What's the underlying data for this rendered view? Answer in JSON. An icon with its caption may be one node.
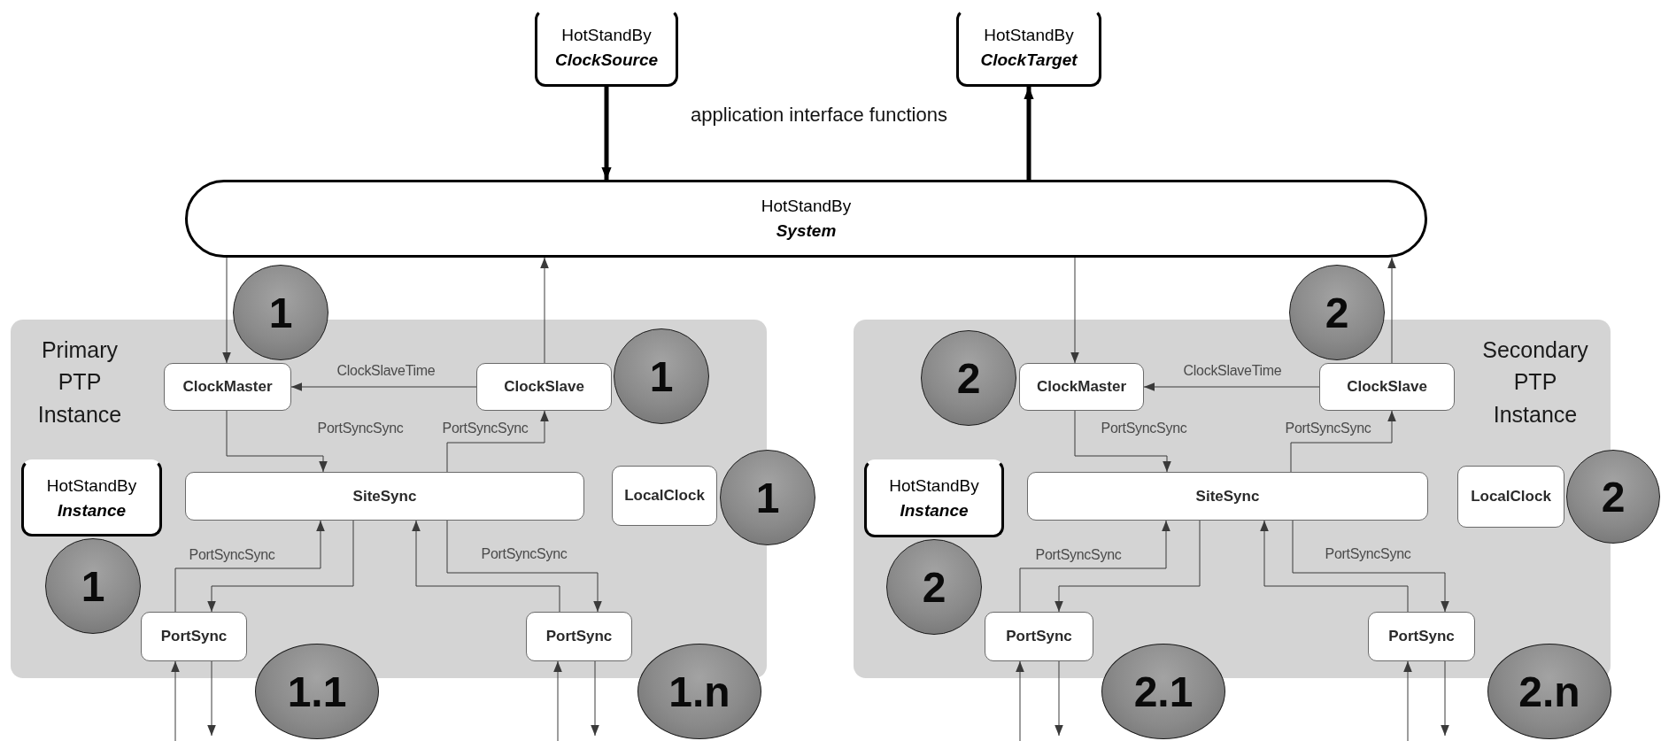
{
  "diagram": {
    "nodes": [
      {
        "text": [
          "HotStandBy",
          "ClockSource"
        ]
      },
      {
        "text": [
          "HotStandBy",
          "ClockTarget"
        ]
      },
      {
        "text": [
          "HotStandBy",
          "System"
        ]
      },
      {
        "text": [
          "Primary PTP Instance"
        ]
      },
      {
        "text": [
          "ClockMaster"
        ],
        "in": 3
      },
      {
        "text": [
          "ClockSlave"
        ],
        "in": 3
      },
      {
        "text": [
          "SiteSync"
        ],
        "in": 3
      },
      {
        "text": [
          "LocalClock"
        ],
        "in": 3
      },
      {
        "text": [
          "HotStandBy",
          "Instance"
        ],
        "in": 3
      },
      {
        "text": [
          "PortSync"
        ],
        "in": 3
      },
      {
        "text": [
          "PortSync"
        ],
        "in": 3
      },
      {
        "text": [
          "1"
        ]
      },
      {
        "text": [
          "1"
        ],
        "in": 3
      },
      {
        "text": [
          "1"
        ]
      },
      {
        "text": [
          "1"
        ],
        "in": 3
      },
      {
        "text": [
          "1.1"
        ]
      },
      {
        "text": [
          "1.n"
        ]
      },
      {
        "text": [
          "Secondary PTP Instance"
        ]
      },
      {
        "text": [
          "ClockMaster"
        ],
        "in": 17
      },
      {
        "text": [
          "ClockSlave"
        ],
        "in": 17
      },
      {
        "text": [
          "SiteSync"
        ],
        "in": 17
      },
      {
        "text": [
          "LocalClock"
        ],
        "in": 17
      },
      {
        "text": [
          "HotStandBy",
          "Instance"
        ],
        "in": 17
      },
      {
        "text": [
          "PortSync"
        ],
        "in": 17
      },
      {
        "text": [
          "PortSync"
        ],
        "in": 17
      },
      {
        "text": [
          "2"
        ],
        "in": 17
      },
      {
        "text": [
          "2"
        ]
      },
      {
        "text": [
          "2"
        ]
      },
      {
        "text": [
          "2"
        ],
        "in": 17
      },
      {
        "text": [
          "2.1"
        ]
      },
      {
        "text": [
          "2.n"
        ]
      }
    ],
    "edges": [
      {
        "from": 0,
        "to": 2,
        "arrow": "to",
        "style": "thick"
      },
      {
        "from": 2,
        "to": 1,
        "arrow": "to",
        "style": "thick"
      },
      {
        "from": 2,
        "to": 4,
        "arrow": "to"
      },
      {
        "from": 5,
        "to": 2,
        "arrow": "to"
      },
      {
        "from": 5,
        "to": 4,
        "arrow": "to",
        "label": "ClockSlaveTime"
      },
      {
        "from": 4,
        "to": 6,
        "arrow": "to",
        "label": "PortSyncSync"
      },
      {
        "from": 6,
        "to": 5,
        "arrow": "to",
        "label": "PortSyncSync"
      },
      {
        "from": 9,
        "to": 6,
        "arrow": "to",
        "label": "PortSyncSync"
      },
      {
        "from": 6,
        "to": 9,
        "arrow": "to"
      },
      {
        "from": 6,
        "to": 10,
        "arrow": "to",
        "label": "PortSyncSync"
      },
      {
        "from": 10,
        "to": 6,
        "arrow": "to"
      },
      {
        "from": null,
        "to": 9,
        "arrow": "to"
      },
      {
        "from": 9,
        "to": null,
        "arrow": "to"
      },
      {
        "from": null,
        "to": 10,
        "arrow": "to"
      },
      {
        "from": 10,
        "to": null,
        "arrow": "to"
      },
      {
        "from": 2,
        "to": 18,
        "arrow": "to"
      },
      {
        "from": 19,
        "to": 2,
        "arrow": "to"
      },
      {
        "from": 19,
        "to": 18,
        "arrow": "to",
        "label": "ClockSlaveTime"
      },
      {
        "from": 18,
        "to": 20,
        "arrow": "to",
        "label": "PortSyncSync"
      },
      {
        "from": 20,
        "to": 19,
        "arrow": "to",
        "label": "PortSyncSync"
      },
      {
        "from": 23,
        "to": 20,
        "arrow": "to",
        "label": "PortSyncSync"
      },
      {
        "from": 20,
        "to": 23,
        "arrow": "to"
      },
      {
        "from": 20,
        "to": 24,
        "arrow": "to",
        "label": "PortSyncSync"
      },
      {
        "from": 24,
        "to": 20,
        "arrow": "to"
      },
      {
        "from": null,
        "to": 23,
        "arrow": "to"
      },
      {
        "from": 23,
        "to": null,
        "arrow": "to"
      },
      {
        "from": null,
        "to": 24,
        "arrow": "to"
      },
      {
        "from": 24,
        "to": null,
        "arrow": "to"
      }
    ],
    "labels": [
      "application interface functions"
    ]
  }
}
